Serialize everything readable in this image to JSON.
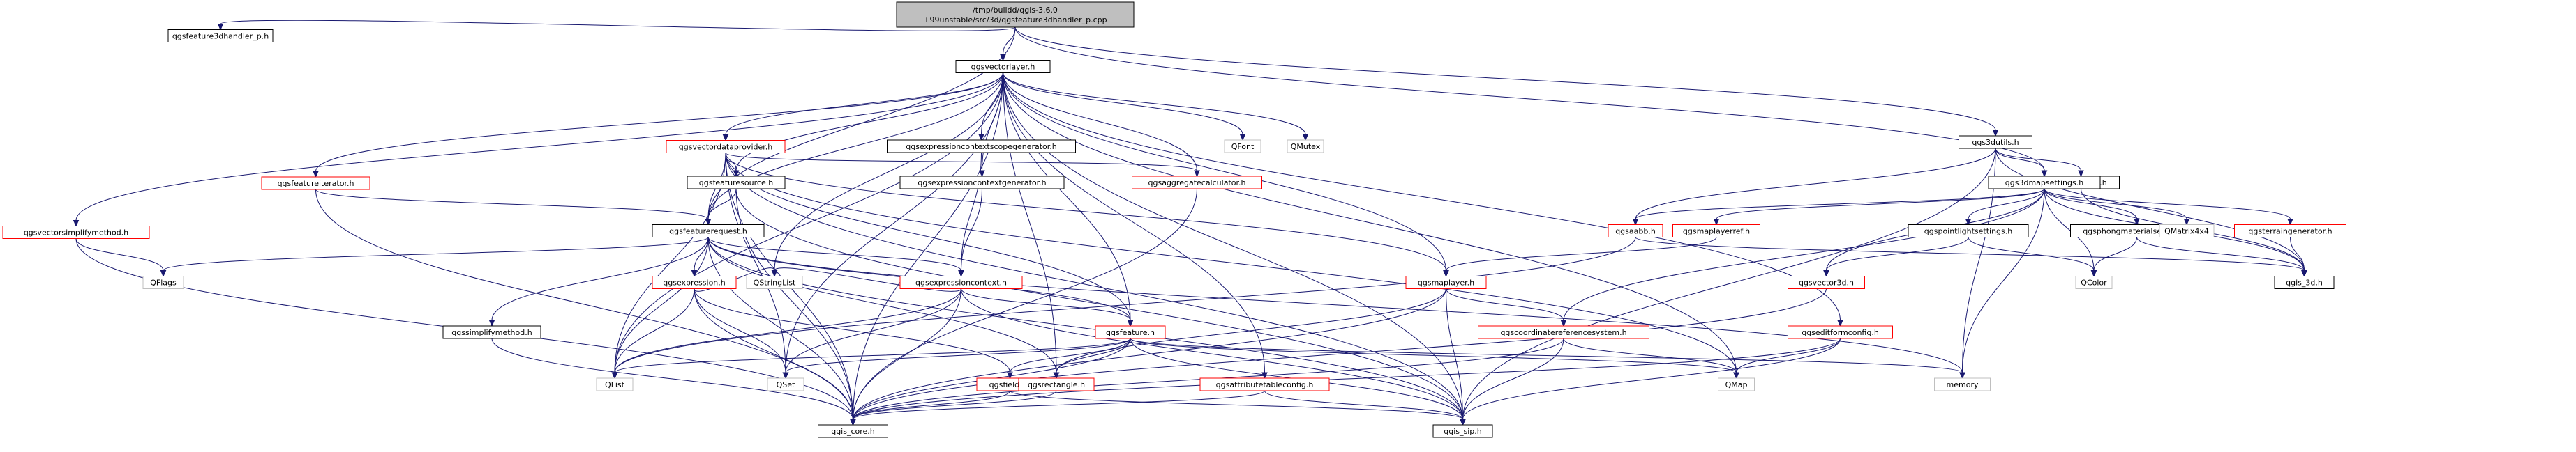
{
  "colors": {
    "root_fill": "#bfbfbf",
    "node_fill": "#ffffff",
    "normal_border": "#000000",
    "linked_border": "#ff0000",
    "external_border": "#bfbfbf",
    "edge": "#191970"
  },
  "nodes": [
    {
      "id": "root",
      "label": "/tmp/buildd/qgis-3.6.0\n+99unstable/src/3d/qgsfeature3dhandler_p.cpp",
      "style": "root"
    },
    {
      "id": "handler_p",
      "label": "qgsfeature3dhandler_p.h",
      "style": "normal"
    },
    {
      "id": "vectorlayer",
      "label": "qgsvectorlayer.h",
      "style": "normal"
    },
    {
      "id": "qgs3dutils",
      "label": "qgs3dutils.h",
      "style": "normal"
    },
    {
      "id": "vdprovider",
      "label": "qgsvectordataprovider.h",
      "style": "linked"
    },
    {
      "id": "exprscopegen",
      "label": "qgsexpressioncontextscopegenerator.h",
      "style": "normal"
    },
    {
      "id": "qfont",
      "label": "QFont",
      "style": "external"
    },
    {
      "id": "qmutex",
      "label": "QMutex",
      "style": "external"
    },
    {
      "id": "qgs3dtypes",
      "label": "qgs3dtypes.h",
      "style": "normal"
    },
    {
      "id": "mapsettings3d",
      "label": "qgs3dmapsettings.h",
      "style": "normal"
    },
    {
      "id": "featureiterator",
      "label": "qgsfeatureiterator.h",
      "style": "linked"
    },
    {
      "id": "featuresource",
      "label": "qgsfeaturesource.h",
      "style": "normal"
    },
    {
      "id": "exprctxgen",
      "label": "qgsexpressioncontextgenerator.h",
      "style": "normal"
    },
    {
      "id": "aggcalc",
      "label": "qgsaggregatecalculator.h",
      "style": "linked"
    },
    {
      "id": "simplifymethod",
      "label": "qgsvectorsimplifymethod.h",
      "style": "linked"
    },
    {
      "id": "aabb",
      "label": "qgsaabb.h",
      "style": "linked"
    },
    {
      "id": "maplayerref",
      "label": "qgsmaplayerref.h",
      "style": "linked"
    },
    {
      "id": "pointlight",
      "label": "qgspointlightsettings.h",
      "style": "normal"
    },
    {
      "id": "phongmat",
      "label": "qgsphongmaterialsettings.h",
      "style": "normal"
    },
    {
      "id": "qmatrix",
      "label": "QMatrix4x4",
      "style": "external"
    },
    {
      "id": "terraingen",
      "label": "qgsterraingenerator.h",
      "style": "linked"
    },
    {
      "id": "featurerequest",
      "label": "qgsfeaturerequest.h",
      "style": "normal"
    },
    {
      "id": "qflags",
      "label": "QFlags",
      "style": "external"
    },
    {
      "id": "maplayer",
      "label": "qgsmaplayer.h",
      "style": "linked"
    },
    {
      "id": "vector3d",
      "label": "qgsvector3d.h",
      "style": "linked"
    },
    {
      "id": "qcolor",
      "label": "QColor",
      "style": "external"
    },
    {
      "id": "qgis3d",
      "label": "qgis_3d.h",
      "style": "normal"
    },
    {
      "id": "expression",
      "label": "qgsexpression.h",
      "style": "linked"
    },
    {
      "id": "exprcontext",
      "label": "qgsexpressioncontext.h",
      "style": "linked"
    },
    {
      "id": "qstringlist",
      "label": "QStringList",
      "style": "external"
    },
    {
      "id": "simplemethod",
      "label": "qgssimplifymethod.h",
      "style": "normal"
    },
    {
      "id": "feature",
      "label": "qgsfeature.h",
      "style": "linked"
    },
    {
      "id": "crs",
      "label": "qgscoordinatereferencesystem.h",
      "style": "linked"
    },
    {
      "id": "editformcfg",
      "label": "qgseditformconfig.h",
      "style": "linked"
    },
    {
      "id": "qlist",
      "label": "QList",
      "style": "external"
    },
    {
      "id": "qset",
      "label": "QSet",
      "style": "external"
    },
    {
      "id": "fields",
      "label": "qgsfields.h",
      "style": "linked"
    },
    {
      "id": "rectangle",
      "label": "qgsrectangle.h",
      "style": "linked"
    },
    {
      "id": "attrtablecfg",
      "label": "qgsattributetableconfig.h",
      "style": "linked"
    },
    {
      "id": "qmap",
      "label": "QMap",
      "style": "external"
    },
    {
      "id": "memory",
      "label": "memory",
      "style": "external"
    },
    {
      "id": "qgiscore",
      "label": "qgis_core.h",
      "style": "normal"
    },
    {
      "id": "qgissip",
      "label": "qgis_sip.h",
      "style": "normal"
    }
  ],
  "edges": [
    [
      "root",
      "handler_p"
    ],
    [
      "root",
      "vectorlayer"
    ],
    [
      "root",
      "qgs3dutils"
    ],
    [
      "root",
      "featurerequest"
    ],
    [
      "root",
      "mapsettings3d"
    ],
    [
      "vectorlayer",
      "qgiscore"
    ],
    [
      "vectorlayer",
      "qgissip"
    ],
    [
      "vectorlayer",
      "qmap"
    ],
    [
      "vectorlayer",
      "qset"
    ],
    [
      "vectorlayer",
      "qlist"
    ],
    [
      "vectorlayer",
      "qstringlist"
    ],
    [
      "vectorlayer",
      "qfont"
    ],
    [
      "vectorlayer",
      "qmutex"
    ],
    [
      "vectorlayer",
      "maplayer"
    ],
    [
      "vectorlayer",
      "feature"
    ],
    [
      "vectorlayer",
      "featurerequest"
    ],
    [
      "vectorlayer",
      "featuresource"
    ],
    [
      "vectorlayer",
      "exprscopegen"
    ],
    [
      "vectorlayer",
      "vdprovider"
    ],
    [
      "vectorlayer",
      "simplifymethod"
    ],
    [
      "vectorlayer",
      "editformcfg"
    ],
    [
      "vectorlayer",
      "attrtablecfg"
    ],
    [
      "vectorlayer",
      "aggcalc"
    ],
    [
      "vectorlayer",
      "featureiterator"
    ],
    [
      "vectorlayer",
      "exprctxgen"
    ],
    [
      "vectorlayer",
      "rectangle"
    ],
    [
      "vdprovider",
      "qgiscore"
    ],
    [
      "vdprovider",
      "qset"
    ],
    [
      "vdprovider",
      "qmap"
    ],
    [
      "vdprovider",
      "qlist"
    ],
    [
      "vdprovider",
      "featuresource"
    ],
    [
      "vdprovider",
      "featurerequest"
    ],
    [
      "vdprovider",
      "feature"
    ],
    [
      "vdprovider",
      "aggcalc"
    ],
    [
      "vdprovider",
      "maplayer"
    ],
    [
      "vdprovider",
      "qgissip"
    ],
    [
      "featureiterator",
      "qgiscore"
    ],
    [
      "featureiterator",
      "featurerequest"
    ],
    [
      "featuresource",
      "featurerequest"
    ],
    [
      "featuresource",
      "qgiscore"
    ],
    [
      "featuresource",
      "qgissip"
    ],
    [
      "featurerequest",
      "qgiscore"
    ],
    [
      "featurerequest",
      "qgissip"
    ],
    [
      "featurerequest",
      "qflags"
    ],
    [
      "featurerequest",
      "qlist"
    ],
    [
      "featurerequest",
      "memory"
    ],
    [
      "featurerequest",
      "feature"
    ],
    [
      "featurerequest",
      "rectangle"
    ],
    [
      "featurerequest",
      "expression"
    ],
    [
      "featurerequest",
      "exprcontext"
    ],
    [
      "featurerequest",
      "simplemethod"
    ],
    [
      "exprscopegen",
      "exprcontext"
    ],
    [
      "exprctxgen",
      "exprcontext"
    ],
    [
      "aggcalc",
      "qgiscore"
    ],
    [
      "simplifymethod",
      "qgiscore"
    ],
    [
      "simplifymethod",
      "qflags"
    ],
    [
      "expression",
      "qgiscore"
    ],
    [
      "expression",
      "qstringlist"
    ],
    [
      "expression",
      "qlist"
    ],
    [
      "expression",
      "qset"
    ],
    [
      "expression",
      "fields"
    ],
    [
      "exprcontext",
      "qgiscore"
    ],
    [
      "exprcontext",
      "qgissip"
    ],
    [
      "exprcontext",
      "qlist"
    ],
    [
      "exprcontext",
      "qset"
    ],
    [
      "exprcontext",
      "qstringlist"
    ],
    [
      "exprcontext",
      "feature"
    ],
    [
      "simplemethod",
      "qgiscore"
    ],
    [
      "feature",
      "qgiscore"
    ],
    [
      "feature",
      "qgissip"
    ],
    [
      "feature",
      "qlist"
    ],
    [
      "feature",
      "qset"
    ],
    [
      "feature",
      "qmap"
    ],
    [
      "feature",
      "memory"
    ],
    [
      "feature",
      "fields"
    ],
    [
      "feature",
      "rectangle"
    ],
    [
      "fields",
      "qgiscore"
    ],
    [
      "fields",
      "qgissip"
    ],
    [
      "rectangle",
      "qgiscore"
    ],
    [
      "attrtablecfg",
      "qgiscore"
    ],
    [
      "attrtablecfg",
      "qgissip"
    ],
    [
      "maplayer",
      "qgiscore"
    ],
    [
      "maplayer",
      "qgissip"
    ],
    [
      "maplayer",
      "crs"
    ],
    [
      "maplayer",
      "rectangle"
    ],
    [
      "crs",
      "qgiscore"
    ],
    [
      "crs",
      "qgissip"
    ],
    [
      "crs",
      "qmap"
    ],
    [
      "editformcfg",
      "qgiscore"
    ],
    [
      "editformcfg",
      "qgissip"
    ],
    [
      "editformcfg",
      "qmap"
    ],
    [
      "qgs3dutils",
      "qgs3dtypes"
    ],
    [
      "qgs3dutils",
      "aabb"
    ],
    [
      "qgs3dutils",
      "mapsettings3d"
    ],
    [
      "qgs3dutils",
      "qgis3d"
    ],
    [
      "qgs3dutils",
      "memory"
    ],
    [
      "qgs3dutils",
      "qgissip"
    ],
    [
      "qgs3dtypes",
      "qgis3d"
    ],
    [
      "mapsettings3d",
      "qgis3d"
    ],
    [
      "mapsettings3d",
      "qcolor"
    ],
    [
      "mapsettings3d",
      "qmatrix"
    ],
    [
      "mapsettings3d",
      "memory"
    ],
    [
      "mapsettings3d",
      "vector3d"
    ],
    [
      "mapsettings3d",
      "maplayerref"
    ],
    [
      "mapsettings3d",
      "pointlight"
    ],
    [
      "mapsettings3d",
      "phongmat"
    ],
    [
      "mapsettings3d",
      "terraingen"
    ],
    [
      "mapsettings3d",
      "crs"
    ],
    [
      "mapsettings3d",
      "aabb"
    ],
    [
      "aabb",
      "qgis3d"
    ],
    [
      "aabb",
      "qlist"
    ],
    [
      "maplayerref",
      "maplayer"
    ],
    [
      "pointlight",
      "qcolor"
    ],
    [
      "pointlight",
      "vector3d"
    ],
    [
      "phongmat",
      "qgis3d"
    ],
    [
      "phongmat",
      "qcolor"
    ],
    [
      "terraingen",
      "qgis3d"
    ],
    [
      "vector3d",
      "qgiscore"
    ]
  ]
}
